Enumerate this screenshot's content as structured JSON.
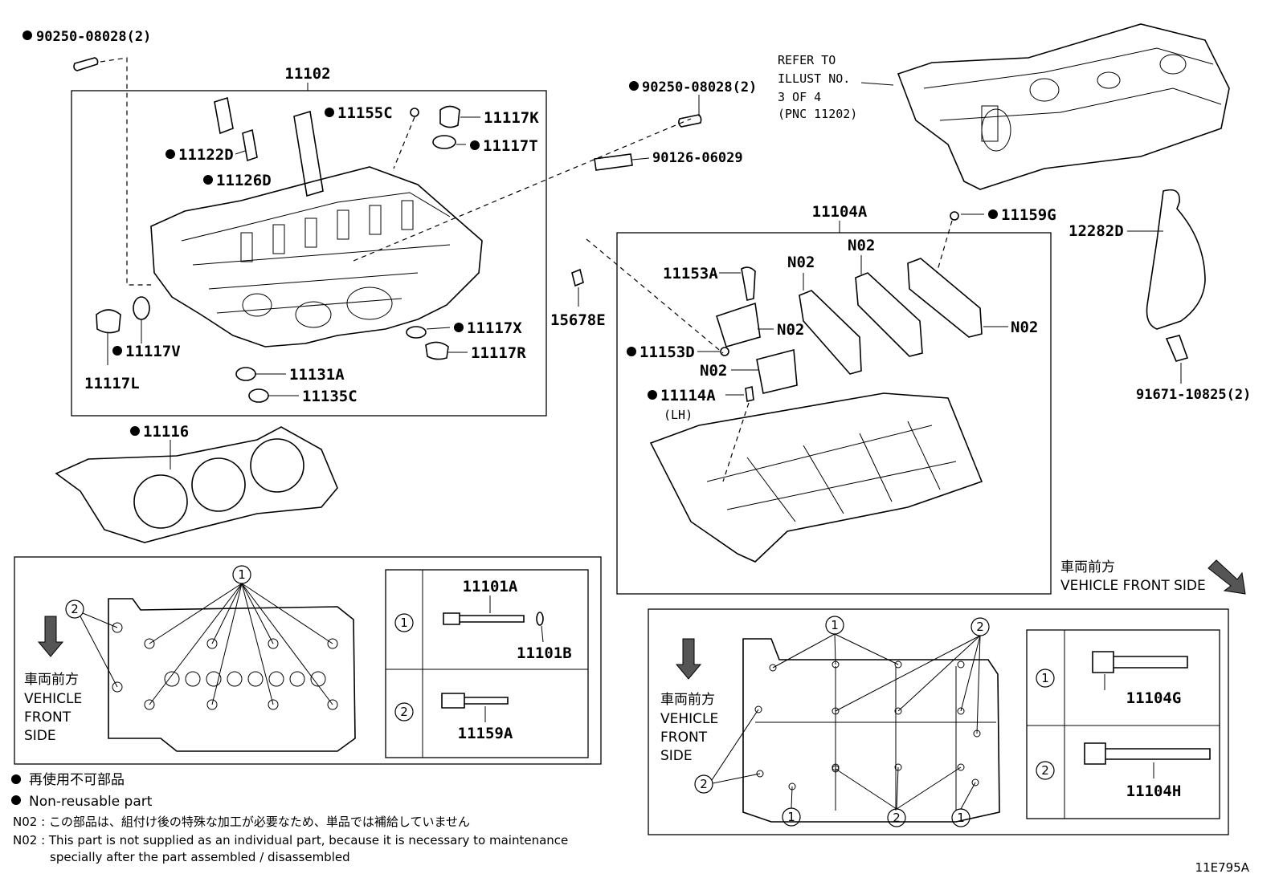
{
  "title_code": "11E795A",
  "labels": {
    "p90250_top": "90250-08028(2)",
    "p11102": "11102",
    "p11155C": "11155C",
    "p11117K": "11117K",
    "p11117T": "11117T",
    "p11122D": "11122D",
    "p11126D": "11126D",
    "p90250_mid": "90250-08028(2)",
    "p90126": "90126-06029",
    "refer1": "REFER TO",
    "refer2": "ILLUST NO.",
    "refer3": "3 OF 4",
    "refer4": "(PNC 11202)",
    "p11104A": "11104A",
    "p11159G": "11159G",
    "p12282D": "12282D",
    "p11153A": "11153A",
    "n02_a": "N02",
    "n02_b": "N02",
    "n02_c": "N02",
    "n02_d": "N02",
    "n02_e": "N02",
    "p15678E": "15678E",
    "p11153D": "11153D",
    "p11114A": "11114A",
    "lh": "(LH)",
    "p91671": "91671-10825(2)",
    "p11117X": "11117X",
    "p11117R": "11117R",
    "p11117V": "11117V",
    "p11117L": "11117L",
    "p11131A": "11131A",
    "p11135C": "11135C",
    "p11116": "11116",
    "p11101A": "11101A",
    "p11101B": "11101B",
    "p11159A": "11159A",
    "p11104G": "11104G",
    "p11104H": "11104H"
  },
  "callouts": {
    "one": "1",
    "two": "2"
  },
  "front_side": {
    "jp": "車両前方",
    "en": "VEHICLE FRONT SIDE",
    "en1": "VEHICLE",
    "en2": "FRONT",
    "en3": "SIDE"
  },
  "legend": {
    "nonreusable_jp": "再使用不可部品",
    "nonreusable_en": "Non-reusable part",
    "n02_jp": "N02 : この部品は、組付け後の特殊な加工が必要なため、単品では補給していません",
    "n02_en1": "N02 : This part is not supplied as an individual part, because it is necessary to maintenance",
    "n02_en2": "specially after the part assembled / disassembled"
  }
}
